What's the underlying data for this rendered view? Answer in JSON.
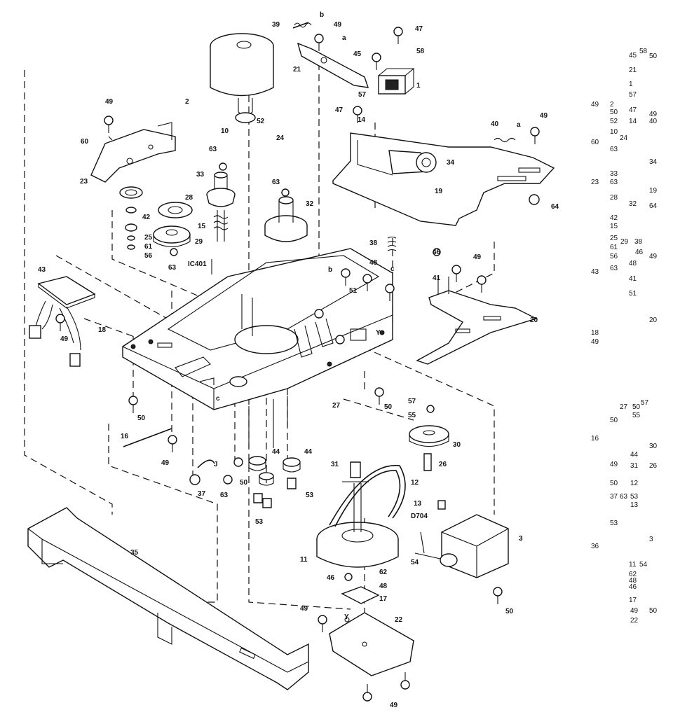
{
  "callouts": {
    "c39": "39",
    "b": "b",
    "c49": "49",
    "a": "a",
    "c21": "21",
    "c47": "47",
    "c45": "45",
    "c58": "58",
    "c1": "1",
    "c57": "57",
    "c14": "14",
    "c2": "2",
    "c60": "60",
    "c10": "10",
    "c52": "52",
    "c24": "24",
    "c63": "63",
    "c33": "33",
    "c23": "23",
    "c28": "28",
    "c32": "32",
    "c42": "42",
    "c15": "15",
    "c25": "25",
    "c29": "29",
    "c61": "61",
    "c56": "56",
    "ic401": "IC401",
    "c34": "34",
    "c40": "40",
    "c19": "19",
    "c64": "64",
    "c38": "38",
    "c": "c",
    "c46": "46",
    "c48": "48",
    "c41": "41",
    "c51": "51",
    "c20": "20",
    "c43": "43",
    "c18": "18",
    "y": "Y",
    "c27": "27",
    "c50": "50",
    "c55": "55",
    "c30": "30",
    "c16": "16",
    "j": "J",
    "c44": "44",
    "c31": "31",
    "c26": "26",
    "c37": "37",
    "c53": "53",
    "c12": "12",
    "c13": "13",
    "d704": "D704",
    "c3": "3",
    "c11": "11",
    "c54": "54",
    "c62": "62",
    "c17": "17",
    "c22": "22",
    "c35": "35"
  },
  "index": {
    "r1a": "45",
    "r1b": "58",
    "r1c": "50",
    "r2": "21",
    "r3": "1",
    "r4": "57",
    "r5a": "49",
    "r5b": "2",
    "r6a": "50",
    "r6b": "47",
    "r6c": "49",
    "r7a": "52",
    "r7b": "14",
    "r7c": "40",
    "r8": "10",
    "r9": "24",
    "r10a": "60",
    "r10b": "63",
    "r11": "34",
    "r12": "33",
    "r13a": "23",
    "r13b": "63",
    "r14": "19",
    "r15": "28",
    "r16a": "32",
    "r16b": "64",
    "r17": "42",
    "r18": "15",
    "r19a": "25",
    "r19b": "29",
    "r19c": "38",
    "r20": "61",
    "r21": "46",
    "r22a": "56",
    "r22b": "49",
    "r23": "48",
    "r24a": "43",
    "r24b": "63",
    "r25": "41",
    "r26": "51",
    "r27": "20",
    "r28": "18",
    "r29": "49",
    "r30a": "27",
    "r30b": "50",
    "r30c": "57",
    "r31a": "50",
    "r31b": "55",
    "r32": "16",
    "r33": "30",
    "r34": "44",
    "r35a": "49",
    "r35b": "31",
    "r35c": "26",
    "r36a": "50",
    "r36b": "12",
    "r37a": "37",
    "r37b": "63",
    "r37c": "53",
    "r38": "13",
    "r39": "53",
    "r40a": "36",
    "r40b": "3",
    "r41a": "11",
    "r41b": "54",
    "r42": "62",
    "r43": "48",
    "r44": "46",
    "r45": "17",
    "r46a": "49",
    "r46b": "50",
    "r47": "22"
  }
}
